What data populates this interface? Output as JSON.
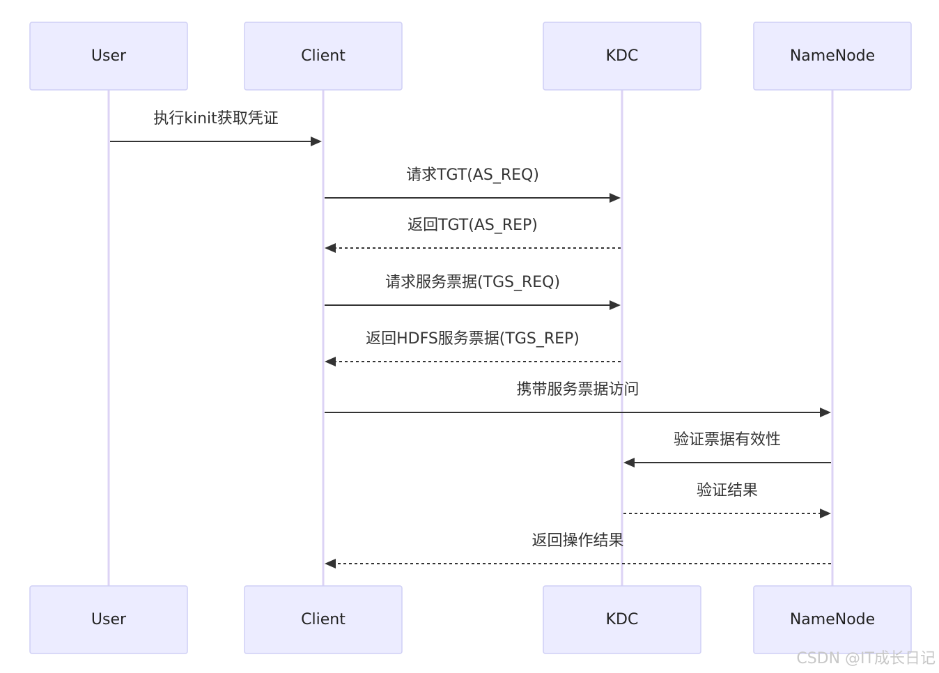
{
  "actors": [
    {
      "id": "user",
      "label": "User"
    },
    {
      "id": "client",
      "label": "Client"
    },
    {
      "id": "kdc",
      "label": "KDC"
    },
    {
      "id": "namenode",
      "label": "NameNode"
    }
  ],
  "messages": [
    {
      "from": "user",
      "to": "client",
      "label": "执行kinit获取凭证",
      "style": "solid"
    },
    {
      "from": "client",
      "to": "kdc",
      "label": "请求TGT(AS_REQ)",
      "style": "solid"
    },
    {
      "from": "kdc",
      "to": "client",
      "label": "返回TGT(AS_REP)",
      "style": "dashed"
    },
    {
      "from": "client",
      "to": "kdc",
      "label": "请求服务票据(TGS_REQ)",
      "style": "solid"
    },
    {
      "from": "kdc",
      "to": "client",
      "label": "返回HDFS服务票据(TGS_REP)",
      "style": "dashed"
    },
    {
      "from": "client",
      "to": "namenode",
      "label": "携带服务票据访问",
      "style": "solid"
    },
    {
      "from": "namenode",
      "to": "kdc",
      "label": "验证票据有效性",
      "style": "solid"
    },
    {
      "from": "kdc",
      "to": "namenode",
      "label": "验证结果",
      "style": "dashed"
    },
    {
      "from": "namenode",
      "to": "client",
      "label": "返回操作结果",
      "style": "dashed"
    }
  ],
  "watermark": "CSDN @IT成长日记",
  "colors": {
    "actor_fill": "#ECECFF",
    "actor_border": "#CFCFF5",
    "lifeline": "#DCD3F5",
    "arrow": "#333333"
  }
}
